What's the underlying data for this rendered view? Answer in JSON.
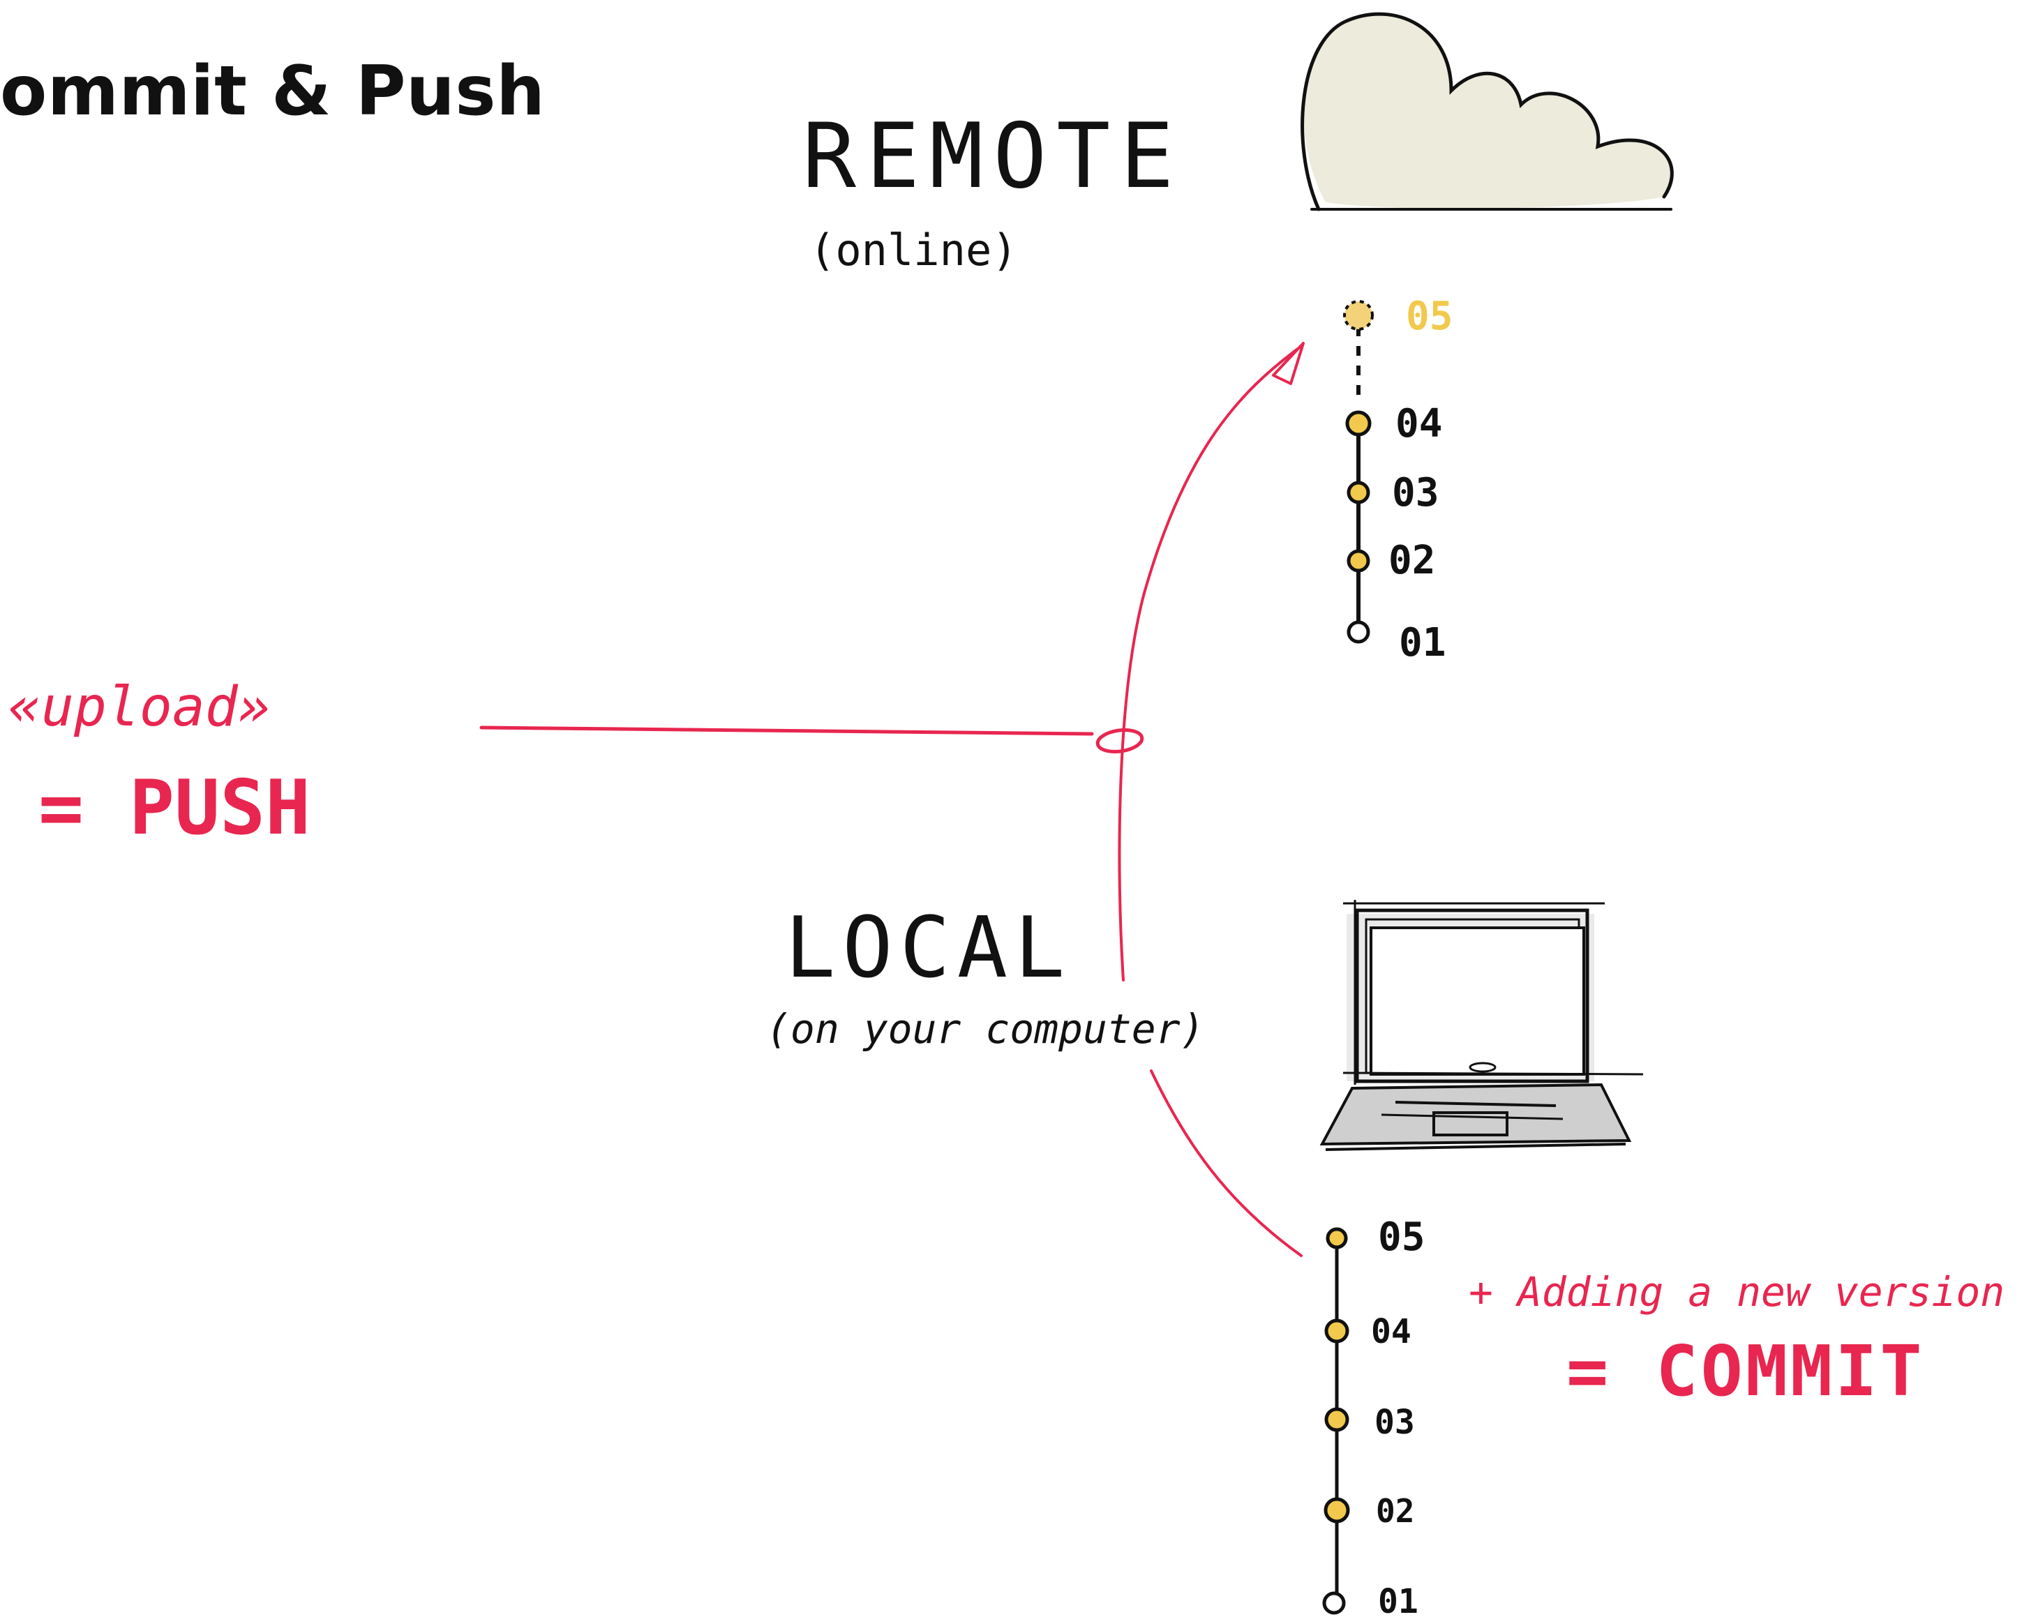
{
  "page": {
    "title": "ommit & Push"
  },
  "remote": {
    "label": "REMOTE",
    "sublabel": "(online)",
    "icon": "cloud-icon",
    "commits": [
      "05",
      "04",
      "03",
      "02",
      "01"
    ],
    "pending_commit": "05"
  },
  "local": {
    "label": "LOCAL",
    "sublabel": "(on your computer)",
    "icon": "laptop-icon",
    "commits": [
      "05",
      "04",
      "03",
      "02",
      "01"
    ]
  },
  "push_note": {
    "line1": "«upload»",
    "line2": "= PUSH"
  },
  "commit_note": {
    "line1": "+ Adding a new version",
    "line2": "= COMMIT"
  },
  "colors": {
    "ink": "#111111",
    "accent_red": "#e8264f",
    "commit_yellow": "#f2c94c",
    "pending_yellow": "#f3d27a",
    "cloud_fill": "#ecebdc",
    "laptop_fill": "#e3e3e3"
  }
}
